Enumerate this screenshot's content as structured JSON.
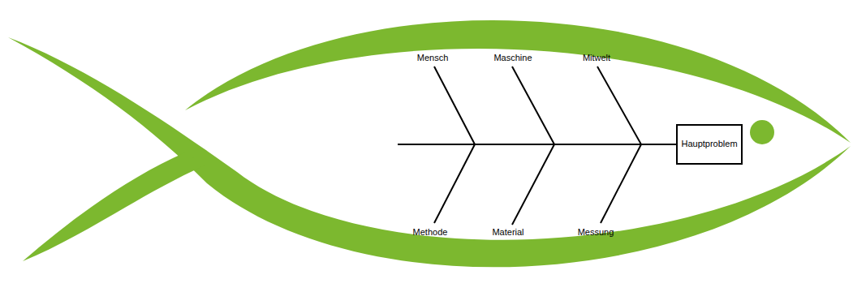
{
  "diagram": {
    "nodes": [
      {
        "text": [
          "Hauptproblem"
        ]
      }
    ],
    "labels": [
      "Mensch",
      "Maschine",
      "Mitwelt",
      "Methode",
      "Material",
      "Messung"
    ]
  }
}
